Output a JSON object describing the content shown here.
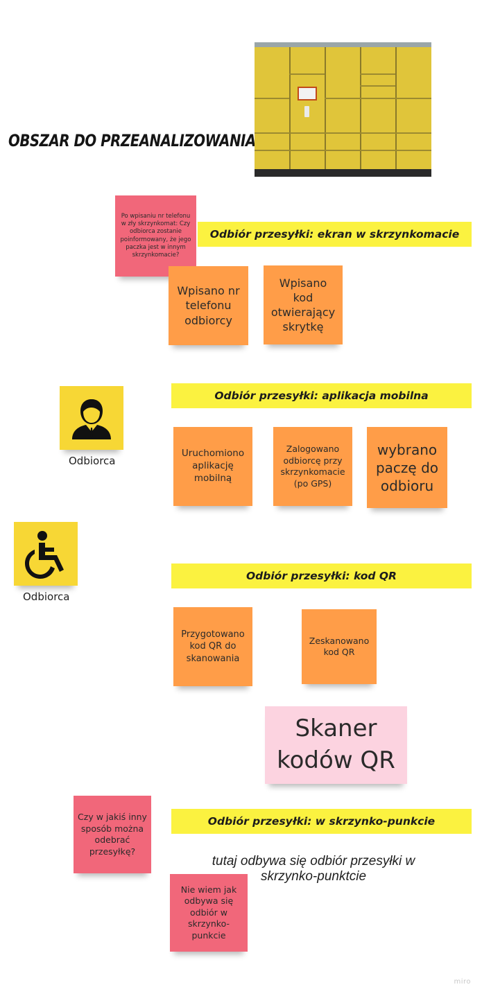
{
  "board": {
    "title": "OBSZAR DO PRZEANALIZOWANIA",
    "watermark": "miro"
  },
  "sections": {
    "screen": {
      "title": "Odbiór przesyłki: ekran w skrzynkomacie"
    },
    "app": {
      "title": "Odbiór przesyłki: aplikacja mobilna"
    },
    "qr": {
      "title": "Odbiór przesyłki: kod QR"
    },
    "point": {
      "title": "Odbiór przesyłki: w skrzynko-punkcie"
    }
  },
  "personas": {
    "recipient": {
      "label": "Odbiorca",
      "icon": "person-icon"
    },
    "recipient_disabled": {
      "label": "Odbiorca",
      "icon": "wheelchair-icon"
    }
  },
  "stickies": {
    "question_wrong_locker": "Po wpisaniu nr telefonu w zły skrzynkomat: Czy odbiorca zostanie poinformowany, że jego paczka jest w innym skrzynkomacie?",
    "phone_entered": "Wpisano nr telefonu odbiorcy",
    "code_entered": "Wpisano kod otwierający skrytkę",
    "app_launched": "Uruchomiono aplikację mobilną",
    "logged_gps": "Zalogowano odbiorcę przy skrzynkomacie (po GPS)",
    "parcel_chosen": "wybrano paczę do odbioru",
    "qr_prepared": "Przygotowano kod QR do skanowania",
    "qr_scanned": "Zeskanowano kod QR",
    "qr_scanner": "Skaner kodów QR",
    "question_other_way": "Czy w jakiś inny sposób można odebrać przesyłkę?",
    "unknown_point": "Nie wiem jak odbywa się odbiór w skrzynko-punkcie"
  },
  "notes": {
    "point_note": "tutaj odbywa się odbiór przesyłki w skrzynko-punktcie"
  },
  "colors": {
    "banner": "#fbf240",
    "orange_sticky": "#ff9d48",
    "red_sticky": "#f1677a",
    "pink_sticky": "#fcd3e0",
    "persona_bg": "#f7d735"
  }
}
